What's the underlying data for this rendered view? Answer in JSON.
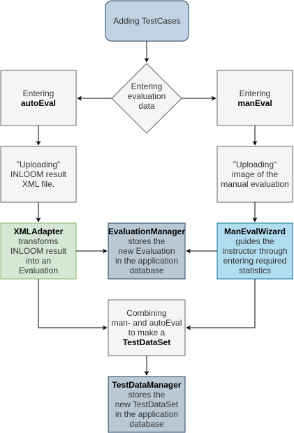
{
  "colors": {
    "start_fill": "#c1d3e3",
    "start_stroke": "#21405c",
    "process_fill": "#f5f5f5",
    "process_stroke": "#666666",
    "adapter_fill": "#d5e8d4",
    "adapter_stroke": "#82b366",
    "manager_fill": "#bac8d3",
    "manager_stroke": "#23445d",
    "wizard_fill": "#b1ddf0",
    "wizard_stroke": "#10739e",
    "edge": "#000000"
  },
  "nodes": {
    "start": {
      "lines": [
        [
          {
            "t": "Adding TestCases",
            "b": false
          }
        ]
      ]
    },
    "decision": {
      "lines": [
        [
          {
            "t": "Entering",
            "b": false
          }
        ],
        [
          {
            "t": "evaluation",
            "b": false
          }
        ],
        [
          {
            "t": "data",
            "b": false
          }
        ]
      ]
    },
    "enter_auto": {
      "lines": [
        [
          {
            "t": "Entering",
            "b": false
          }
        ],
        [
          {
            "t": "autoEval",
            "b": true
          }
        ]
      ]
    },
    "enter_man": {
      "lines": [
        [
          {
            "t": "Entering",
            "b": false
          }
        ],
        [
          {
            "t": "manEval",
            "b": true
          }
        ]
      ]
    },
    "upload_xml": {
      "lines": [
        [
          {
            "t": "\"Uploading\"",
            "b": false
          }
        ],
        [
          {
            "t": "INLOOM result",
            "b": false
          }
        ],
        [
          {
            "t": "XML file.",
            "b": false
          }
        ]
      ]
    },
    "upload_image": {
      "lines": [
        [
          {
            "t": "\"Uploading\"",
            "b": false
          }
        ],
        [
          {
            "t": "image of the",
            "b": false
          }
        ],
        [
          {
            "t": "manual evaluation",
            "b": false
          }
        ]
      ]
    },
    "xml_adapter": {
      "lines": [
        [
          {
            "t": "XMLAdapter",
            "b": true
          }
        ],
        [
          {
            "t": "transforms",
            "b": false
          }
        ],
        [
          {
            "t": "INLOOM result",
            "b": false
          }
        ],
        [
          {
            "t": "into an",
            "b": false
          }
        ],
        [
          {
            "t": "Evaluation",
            "b": false
          }
        ]
      ]
    },
    "evaluation_manager": {
      "lines": [
        [
          {
            "t": "EvaluationManager",
            "b": true
          }
        ],
        [
          {
            "t": "stores the",
            "b": false
          }
        ],
        [
          {
            "t": "new Evaluation",
            "b": false
          }
        ],
        [
          {
            "t": "in the application",
            "b": false
          }
        ],
        [
          {
            "t": "database",
            "b": false
          }
        ]
      ]
    },
    "man_eval_wizard": {
      "lines": [
        [
          {
            "t": "ManEvalWizard",
            "b": true
          }
        ],
        [
          {
            "t": "guides the",
            "b": false
          }
        ],
        [
          {
            "t": "instructor through",
            "b": false
          }
        ],
        [
          {
            "t": "entering required",
            "b": false
          }
        ],
        [
          {
            "t": "statistics",
            "b": false
          }
        ]
      ]
    },
    "combine": {
      "lines": [
        [
          {
            "t": "Combining",
            "b": false
          }
        ],
        [
          {
            "t": "man- and autoEval",
            "b": false
          }
        ],
        [
          {
            "t": "to make a",
            "b": false
          }
        ],
        [
          {
            "t": "TestDataSet",
            "b": true
          }
        ]
      ]
    },
    "testdata_manager": {
      "lines": [
        [
          {
            "t": "TestDataManager",
            "b": true
          }
        ],
        [
          {
            "t": "stores the",
            "b": false
          }
        ],
        [
          {
            "t": "new TestDataSet",
            "b": false
          }
        ],
        [
          {
            "t": "in the application",
            "b": false
          }
        ],
        [
          {
            "t": "database",
            "b": false
          }
        ]
      ]
    }
  }
}
